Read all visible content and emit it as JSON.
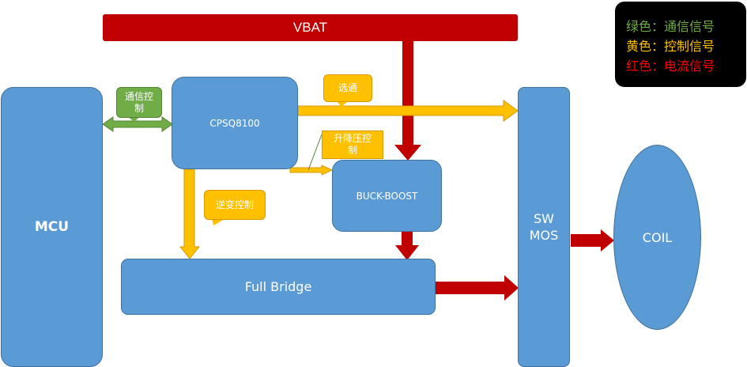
{
  "vbat": "VBAT",
  "blocks": {
    "mcu": "MCU",
    "cpsq": "CPSQ8100",
    "buck_boost": "BUCK-BOOST",
    "full_bridge": "Full Bridge",
    "sw_mos": "SW\nMOS",
    "coil": "COIL"
  },
  "callouts": {
    "comm_control": "通信控\n制",
    "select": "选通",
    "buck_boost_control": "升降压控\n制",
    "inverter_control": "逆变控制"
  },
  "legend": {
    "green": "绿色：通信信号",
    "yellow": "黄色：控制信号",
    "red": "红色：电流信号",
    "colors": {
      "green": "#70ad47",
      "yellow": "#ffc000",
      "red": "#ff0000"
    }
  },
  "colors": {
    "block_fill": "#5b9bd5",
    "current_arrow": "#c00000",
    "control_arrow": "#ffc000",
    "comm_arrow": "#70ad47"
  }
}
